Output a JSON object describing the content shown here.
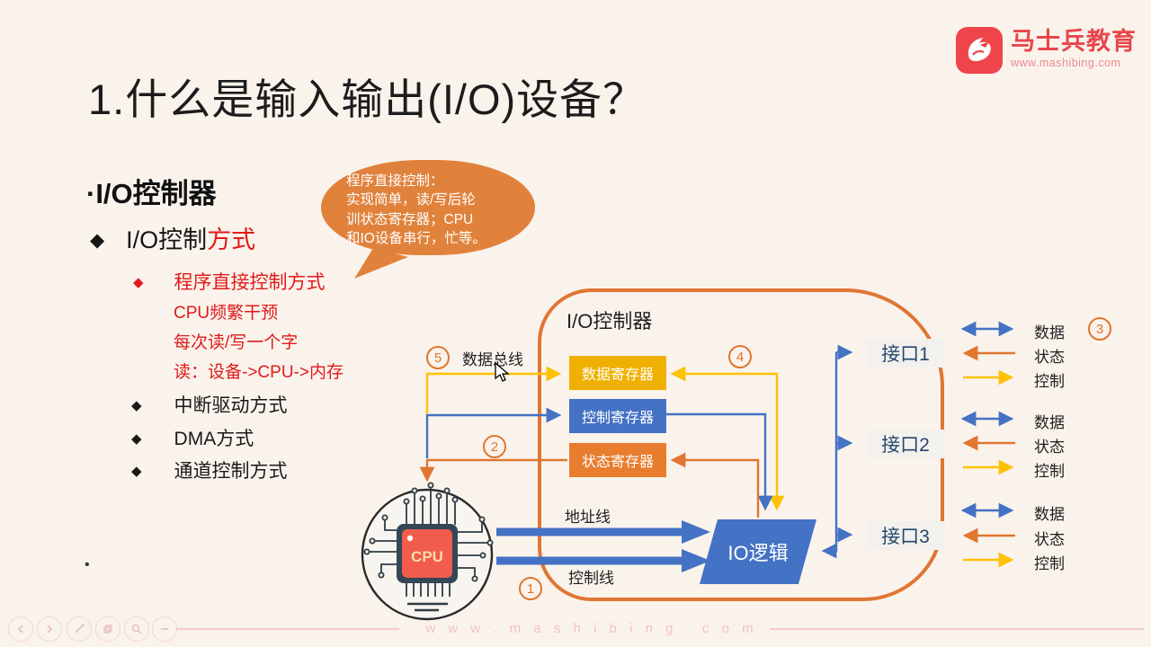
{
  "header": {
    "logo_brand": "马士兵教育",
    "logo_url": "www.mashibing.com"
  },
  "title": "1.什么是输入输出(I/O)设备？",
  "glyphs": {
    "diamond": "◆",
    "dot": "·",
    "small_dot": "•"
  },
  "outline": {
    "heading": "·I/O控制器",
    "mode_title_black": "I/O控制",
    "mode_title_red": "方式",
    "red_item": "程序直接控制方式",
    "red_notes": [
      "CPU频繁干预",
      "每次读/写一个字",
      "读：设备->CPU->内存"
    ],
    "black_items": [
      "中断驱动方式",
      "DMA方式",
      "通道控制方式"
    ]
  },
  "bubble": {
    "line1": "程序直接控制：",
    "line2": "实现简单，读/写后轮",
    "line3": "训状态寄存器；CPU",
    "line4": "和IO设备串行，忙等。"
  },
  "diagram": {
    "controller_title": "I/O控制器",
    "registers": [
      {
        "label": "数据寄存器",
        "color": "#F0B000"
      },
      {
        "label": "控制寄存器",
        "color": "#4472C4"
      },
      {
        "label": "状态寄存器",
        "color": "#E87D2E"
      }
    ],
    "io_logic_label": "IO逻辑",
    "cpu_label": "CPU",
    "data_bus_label": "数据总线",
    "address_line_label": "地址线",
    "control_line_label": "控制线",
    "interfaces": [
      {
        "label": "接口1"
      },
      {
        "label": "接口2"
      },
      {
        "label": "接口3"
      }
    ],
    "channels": [
      "数据",
      "状态",
      "控制"
    ],
    "steps": {
      "s1": "1",
      "s2": "2",
      "s3": "3",
      "s4": "4",
      "s5": "5"
    }
  },
  "footer": {
    "watermark": "w w w . m a s h i b i n g . c o m",
    "icons": [
      "back-icon",
      "forward-icon",
      "pen-icon",
      "screenshot-icon",
      "zoom-icon",
      "minus-icon"
    ]
  },
  "colors": {
    "background": "#FAF3EC",
    "orange": "#E0762F",
    "yellow": "#FFC104",
    "blue": "#4472C4",
    "red_text": "#E11A1A",
    "logo_red": "#E8464B"
  }
}
